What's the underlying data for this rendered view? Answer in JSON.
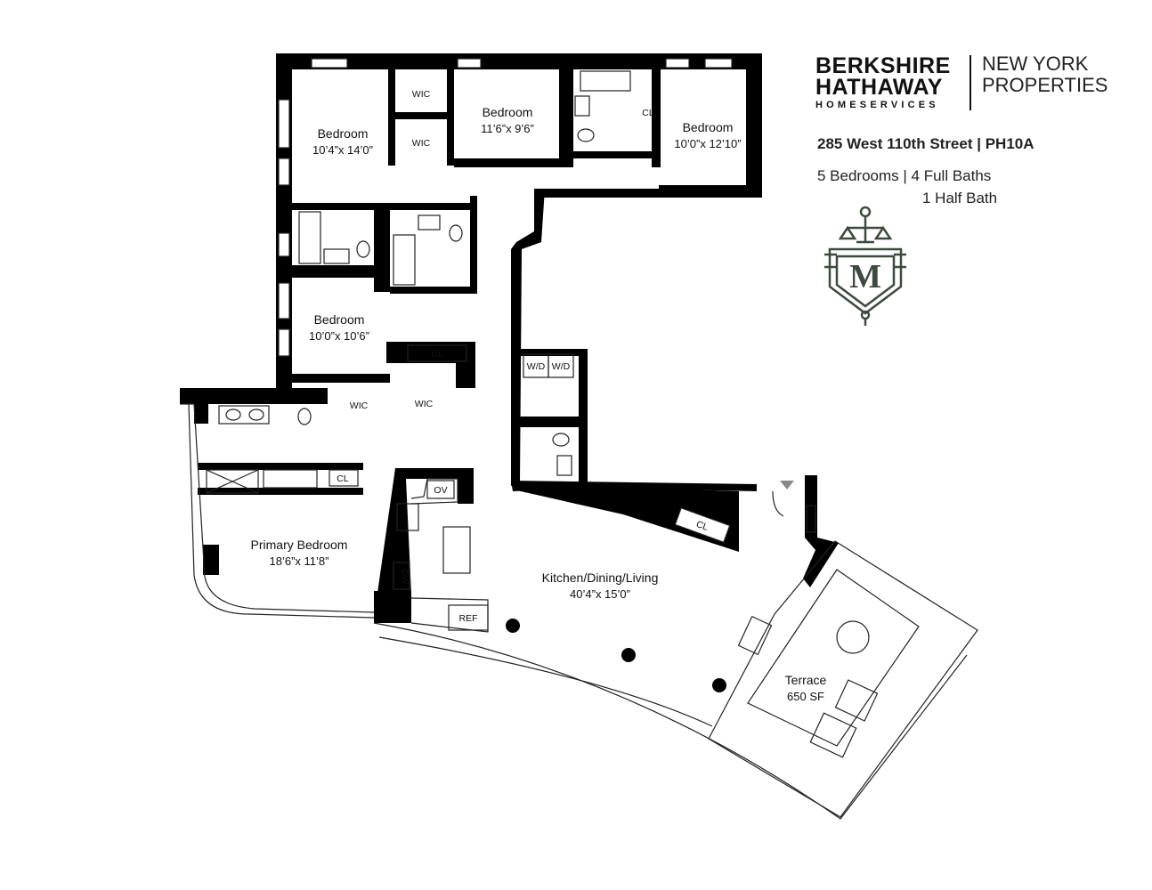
{
  "brand": {
    "name_line1": "BERKSHIRE",
    "name_line2": "HATHAWAY",
    "sub": "HOMESERVICES",
    "region": "NEW YORK\nPROPERTIES"
  },
  "listing": {
    "address": "285 West 110th Street | PH10A",
    "specs_line1": "5 Bedrooms | 4 Full Baths",
    "specs_line2": "1 Half Bath"
  },
  "logo": {
    "letter": "M",
    "color": "#3d4a3e"
  },
  "rooms": {
    "bedroom1": {
      "name": "Bedroom",
      "dim": "10’4”x 14’0”"
    },
    "bedroom2": {
      "name": "Bedroom",
      "dim": "11’6”x 9’6”"
    },
    "bedroom3": {
      "name": "Bedroom",
      "dim": "10’0”x 12’10”"
    },
    "bedroom4": {
      "name": "Bedroom",
      "dim": "10’0”x 10’6”"
    },
    "primary": {
      "name": "Primary Bedroom",
      "dim": "18’6”x 11’8”"
    },
    "kitchen": {
      "name": "Kitchen/Dining/Living",
      "dim": "40’4”x 15’0”"
    },
    "terrace": {
      "name": "Terrace",
      "dim": "650 SF"
    }
  },
  "fixtures": {
    "wic": "WIC",
    "cl": "CL",
    "wd": "W/D",
    "ov": "OV",
    "dw": "DW",
    "ref": "REF"
  },
  "colors": {
    "wall": "#000000",
    "line": "#222222",
    "logo": "#3d4a3e",
    "arrow": "#888888"
  }
}
